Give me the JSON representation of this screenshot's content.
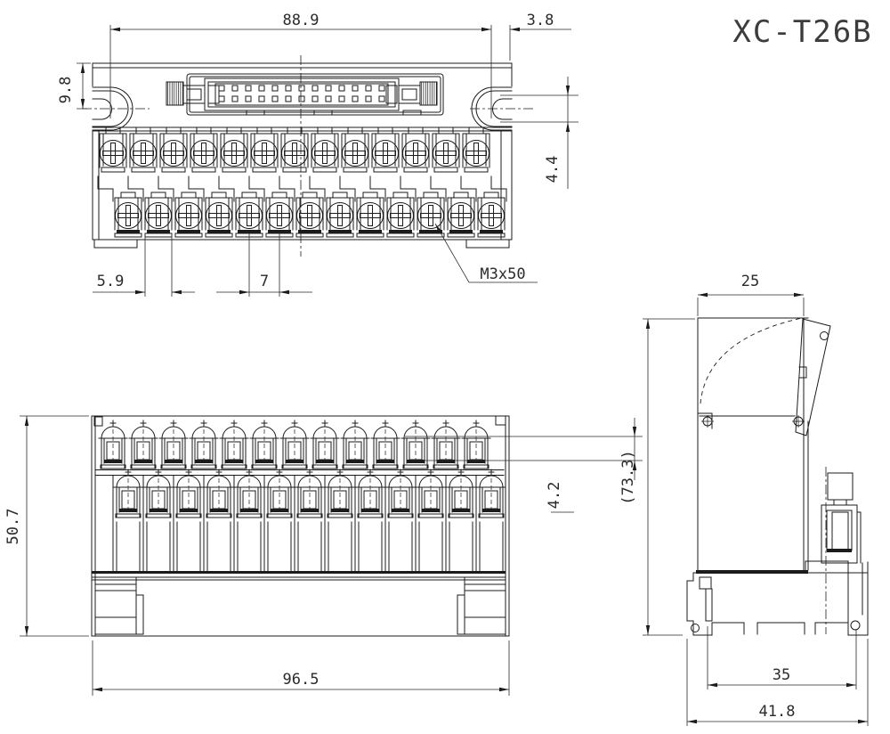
{
  "title": "XC-T26B",
  "ink_color": "#1b1b1b",
  "structure": {
    "terminal_rows": 2,
    "terminals_per_row": 13,
    "total_terminals": 26,
    "connector_pin_rows": 2,
    "connector_pins_per_row": 13
  },
  "top_view": {
    "dim_pitch_span": "88.9",
    "dim_right_offset": "3.8",
    "dim_notch_vert": "9.8",
    "dim_notch_height": "4.4",
    "dim_slot_width": "5.9",
    "dim_pitch": "7",
    "screw_label": "M3x50"
  },
  "front_view": {
    "dim_height": "50.7",
    "dim_width": "96.5",
    "dim_step": "4.2"
  },
  "side_view": {
    "dim_top_width": "25",
    "dim_total_height": "(73.3)",
    "dim_rail_span": "35",
    "dim_overall_depth": "41.8"
  }
}
